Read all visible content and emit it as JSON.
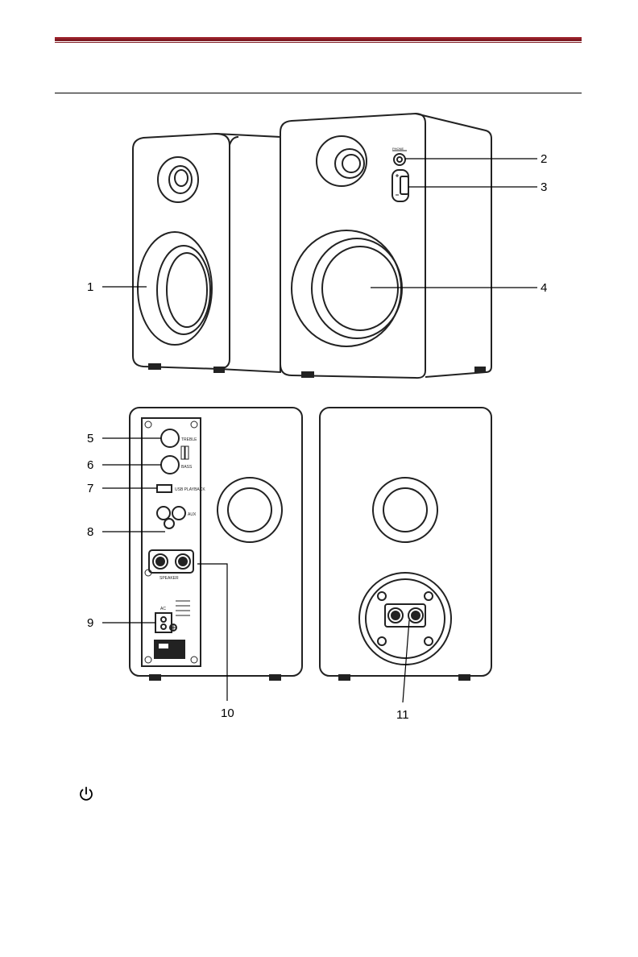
{
  "callouts": {
    "c1": "1",
    "c2": "2",
    "c3": "3",
    "c4": "4",
    "c5": "5",
    "c6": "6",
    "c7": "7",
    "c8": "8",
    "c9": "9",
    "c10": "10",
    "c11": "11"
  },
  "panel_labels": {
    "treble": "TREBLE",
    "bass": "BASS",
    "usb_playback": "USB PLAYBACK",
    "aux": "AUX",
    "speaker": "SPEAKER",
    "phones": "PHONE",
    "ac": "AC"
  },
  "icons": {
    "power": "power-icon"
  },
  "colors": {
    "header_rule": "#8b1a23",
    "line_art": "#222222"
  }
}
